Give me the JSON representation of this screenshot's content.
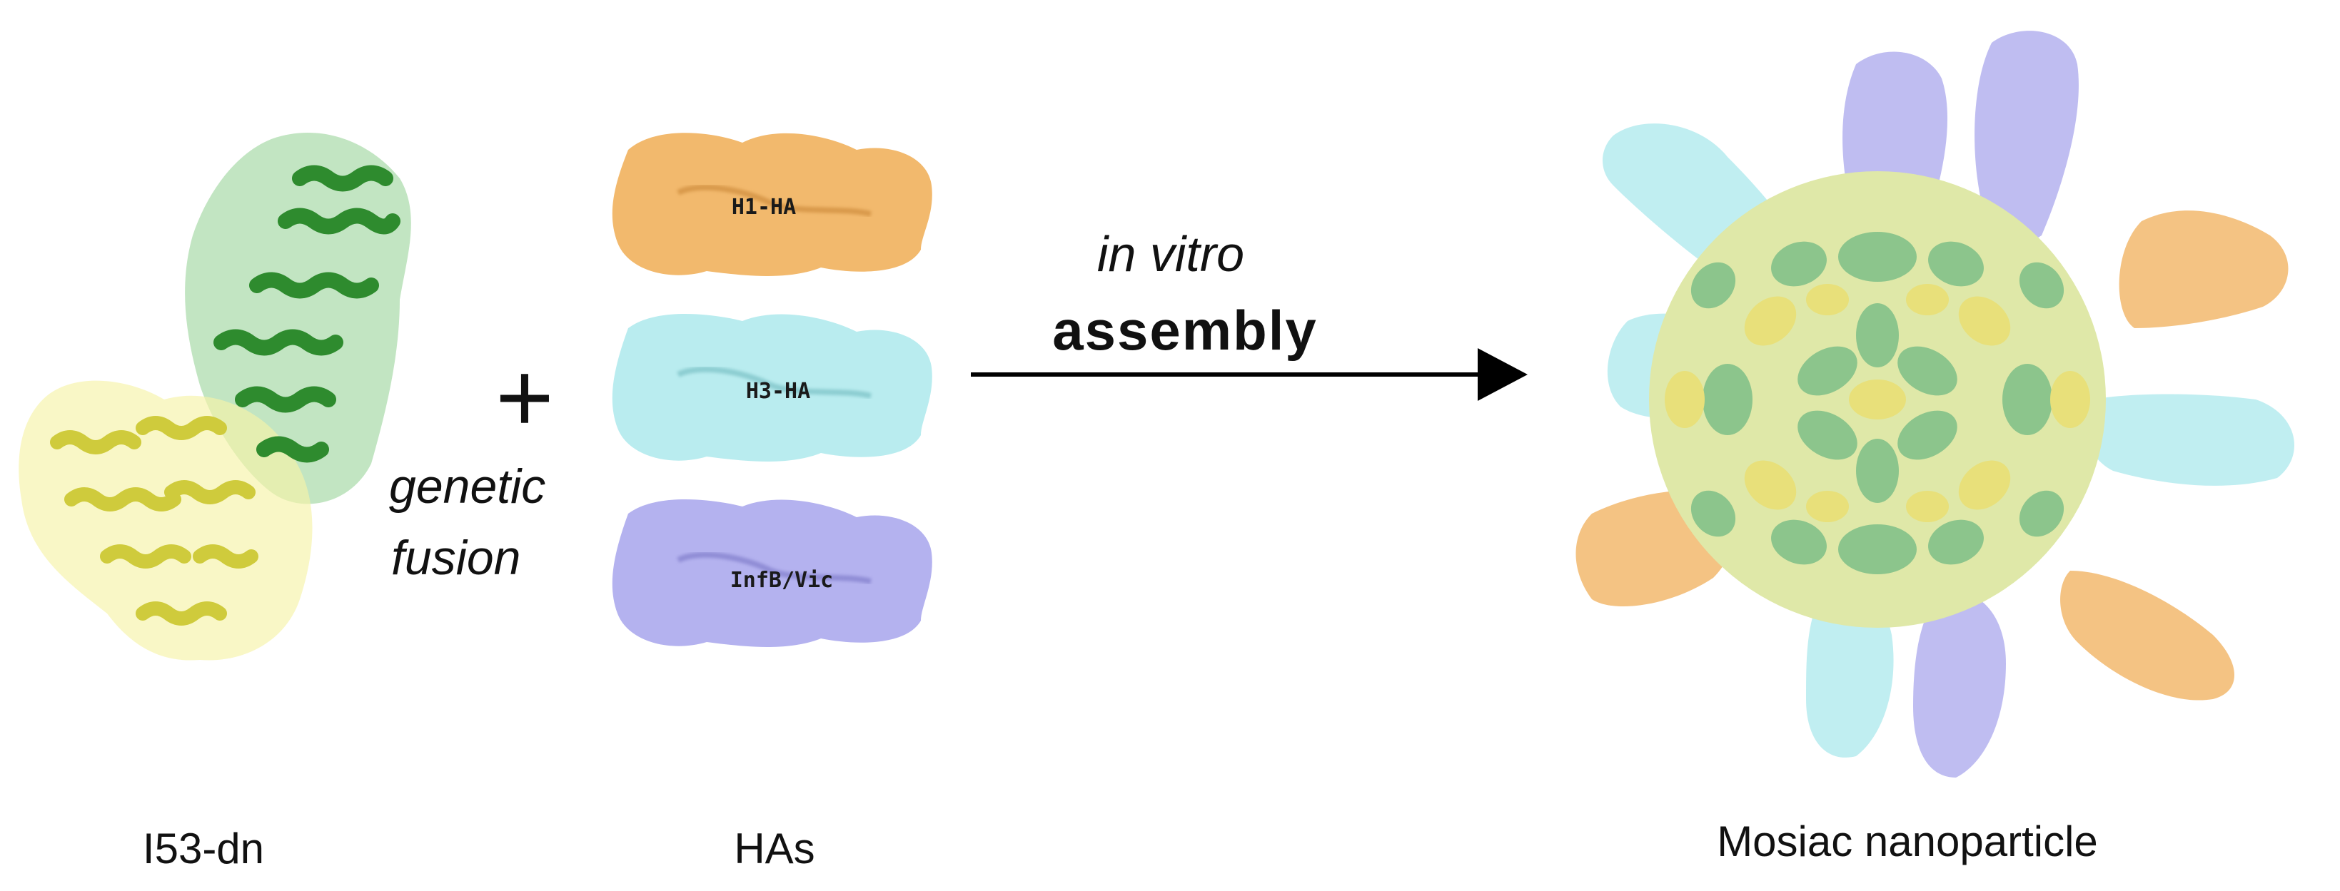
{
  "components": {
    "protein": {
      "label": "I53-dn"
    },
    "plus_sign": "+",
    "fusion_note": {
      "line1": "genetic",
      "line2": "fusion"
    },
    "has": {
      "label": "HAs",
      "items": [
        {
          "name": "H1-HA",
          "color": "#f2b96d"
        },
        {
          "name": "H3-HA",
          "color": "#b9ecef"
        },
        {
          "name": "InfB/Vic",
          "color": "#b4b2ef"
        }
      ]
    },
    "arrow": {
      "line1": "in vitro",
      "line2": "assembly"
    },
    "product": {
      "label": "Mosiac nanoparticle"
    }
  },
  "colors": {
    "helix_green": "#2e8b2e",
    "surface_green": "#8fd08f",
    "helix_yellow": "#d9d64a",
    "surface_yellow": "#f6f3a8",
    "core_green": "#8cc58c",
    "core_yellow": "#e8e07a",
    "h1": "#f2b96d",
    "h3": "#b9ecef",
    "infb": "#b4b2ef"
  }
}
